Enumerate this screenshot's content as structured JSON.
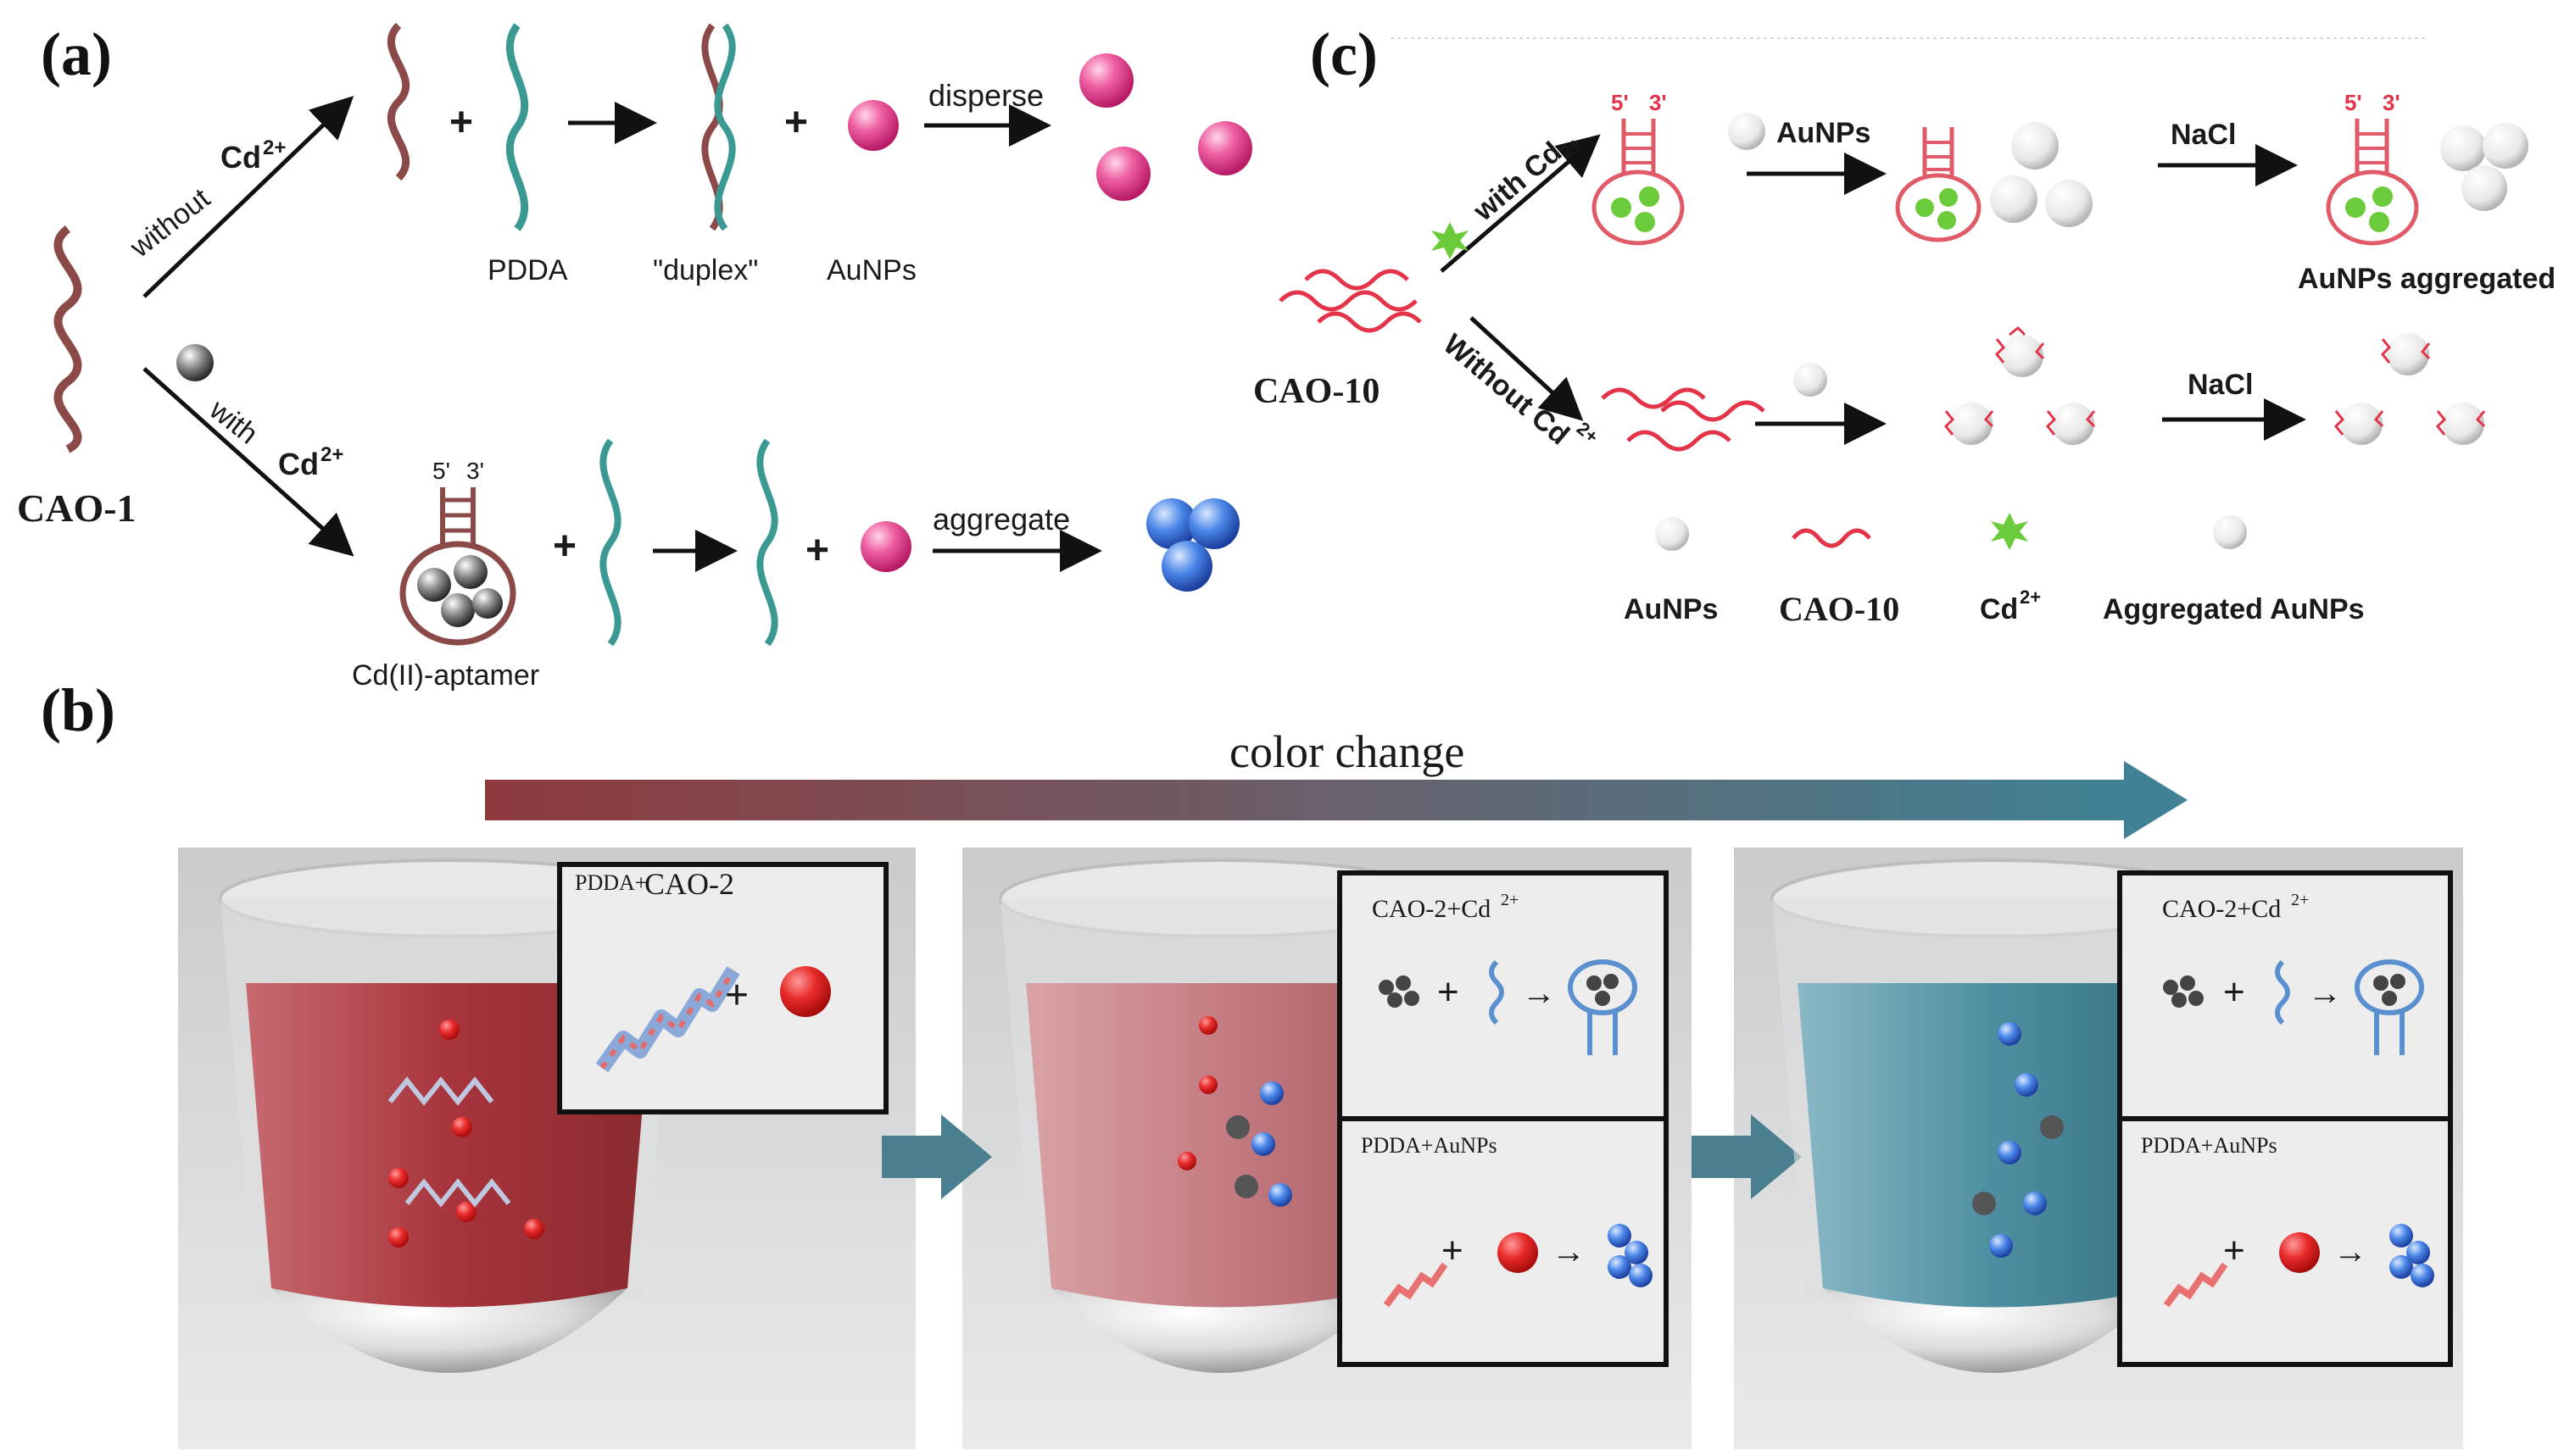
{
  "panels": {
    "a": {
      "label": "(a)",
      "start": "CAO-1",
      "top_branch_1": "without",
      "top_branch_2": "Cd",
      "top_branch_ion": "2+",
      "bottom_branch_1": "with",
      "bottom_branch_2": "Cd",
      "bottom_branch_ion": "2+",
      "pdda": "PDDA",
      "duplex": "\"duplex\"",
      "aunps": "AuNPs",
      "disperse": "disperse",
      "aggregate": "aggregate",
      "aptamer": "Cd(II)-aptamer",
      "prime5": "5'",
      "prime3": "3'",
      "plus": "+"
    },
    "b": {
      "label": "(b)",
      "arrow_text": "color change",
      "tube1_box": "PDDA+",
      "tube1_box_b": "CAO-2",
      "tube2_box_top": "CAO-2+Cd",
      "tube2_box_top_ion": "2+",
      "tube2_box_bottom": "PDDA+AuNPs",
      "tube3_box_top": "CAO-2+Cd",
      "tube3_box_top_ion": "2+",
      "tube3_box_bottom": "PDDA+AuNPs",
      "plus": "+",
      "arrow": "→"
    },
    "c": {
      "label": "(c)",
      "start": "CAO-10",
      "top_branch": "with Cd",
      "top_branch_ion": "2+",
      "bottom_branch": "Without Cd",
      "bottom_branch_ion": "2+",
      "aunps_top": "AuNPs",
      "nacl_top": "NaCl",
      "nacl_bottom": "NaCl",
      "aggregated_top": "AuNPs aggregated",
      "prime5": "5'",
      "prime3": "3'",
      "legend": {
        "aunps": "AuNPs",
        "cao10": "CAO-10",
        "cd": "Cd",
        "cd_ion": "2+",
        "aggregated": "Aggregated AuNPs"
      }
    }
  },
  "colors": {
    "dna_brown": "#8b4a48",
    "pdda_teal": "#3a9a93",
    "aunp_pink": "#e23f8a",
    "aunp_blue": "#3f7be0",
    "aptamer_red": "#e05a68",
    "cd_green": "#6ccb3a",
    "gradient_start": "#8e3a3e",
    "gradient_end": "#3f8295",
    "tube_red": "#b84a52",
    "tube_blue": "#4a8fa0"
  }
}
